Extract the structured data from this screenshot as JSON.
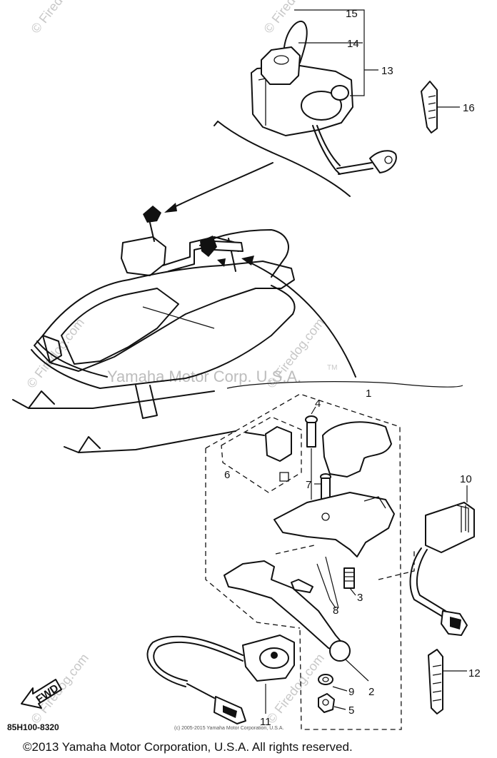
{
  "diagram": {
    "callouts": [
      "1",
      "2",
      "3",
      "4",
      "5",
      "6",
      "7",
      "8",
      "9",
      "10",
      "11",
      "12",
      "13",
      "14",
      "15",
      "16"
    ],
    "part_code": "85H100-8320",
    "fwd_label": "FWD",
    "small_copyright": "(c) 2005-2015 Yamaha Motor Corporation, U.S.A.",
    "bottom_copyright": "©2013 Yamaha Motor Corporation, U.S.A. All rights reserved.",
    "watermark_brand": "Yamaha Motor Corp. U.S.A.",
    "watermark_tm": "TM",
    "watermark_site": "© Firedog.com"
  }
}
